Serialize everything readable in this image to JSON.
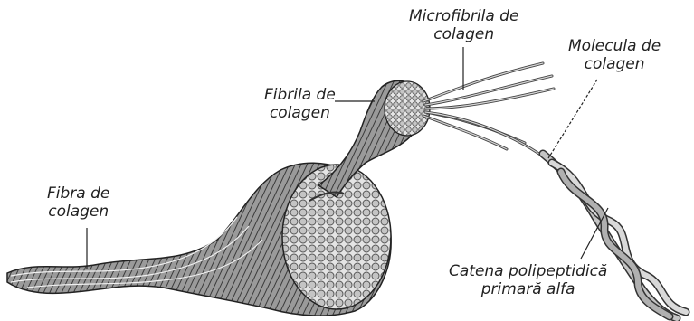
{
  "labels": {
    "fibra": {
      "line1": "Fibra de",
      "line2": "colagen"
    },
    "fibrila": {
      "line1": "Fibrila de",
      "line2": "colagen"
    },
    "microfibrila": {
      "line1": "Microfibrila de",
      "line2": "colagen"
    },
    "molecula": {
      "line1": "Molecula de",
      "line2": "colagen"
    },
    "catena": {
      "line1": "Catena polipeptidică",
      "line2": "primară alfa"
    }
  },
  "colors": {
    "ink": "#222222",
    "fiber_dark": "#3a3a3a",
    "fiber_mid": "#8c8c8c",
    "fiber_light": "#d6d6d6",
    "helix_fill": "#bdbdbd"
  }
}
